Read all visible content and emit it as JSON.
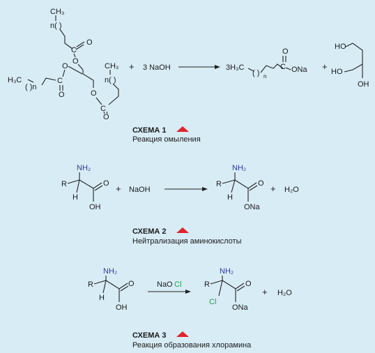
{
  "colors": {
    "background": "#d8ecf5",
    "nh2": "#2b3d9e",
    "cl": "#1aa34a",
    "triangle": "#e0242a"
  },
  "scheme1": {
    "reagent_coef": "+",
    "naoh": "3 NaOH",
    "product_prefix": "3H₃C",
    "product_n": "n",
    "ona": "ONa",
    "plus2": "+",
    "caption_title": "СХЕМА 1",
    "caption_text": "Реакция омыления",
    "labels": {
      "ch3": "CH₃",
      "h3c": "H₃C",
      "n": "n",
      "o": "O",
      "c": "C",
      "oh": "HO",
      "oh2": "OH"
    }
  },
  "scheme2": {
    "nh2": "NH₂",
    "r": "R",
    "h": "H",
    "o": "O",
    "oh": "OH",
    "plus": "+",
    "naoh": "NaOH",
    "ona": "ONa",
    "plus2": "+",
    "h2o": "H₂O",
    "caption_title": "СХЕМА 2",
    "caption_text": "Нейтрализация аминокислоты"
  },
  "scheme3": {
    "nh2": "NH₂",
    "r": "R",
    "h": "H",
    "o": "O",
    "oh": "OH",
    "naocl_na": "NaO",
    "naocl_cl": "Cl",
    "cl": "Cl",
    "ona": "ONa",
    "plus": "+",
    "h2o": "H₂O",
    "caption_title": "СХЕМА 3",
    "caption_text": "Реакция образования хлорамина"
  }
}
